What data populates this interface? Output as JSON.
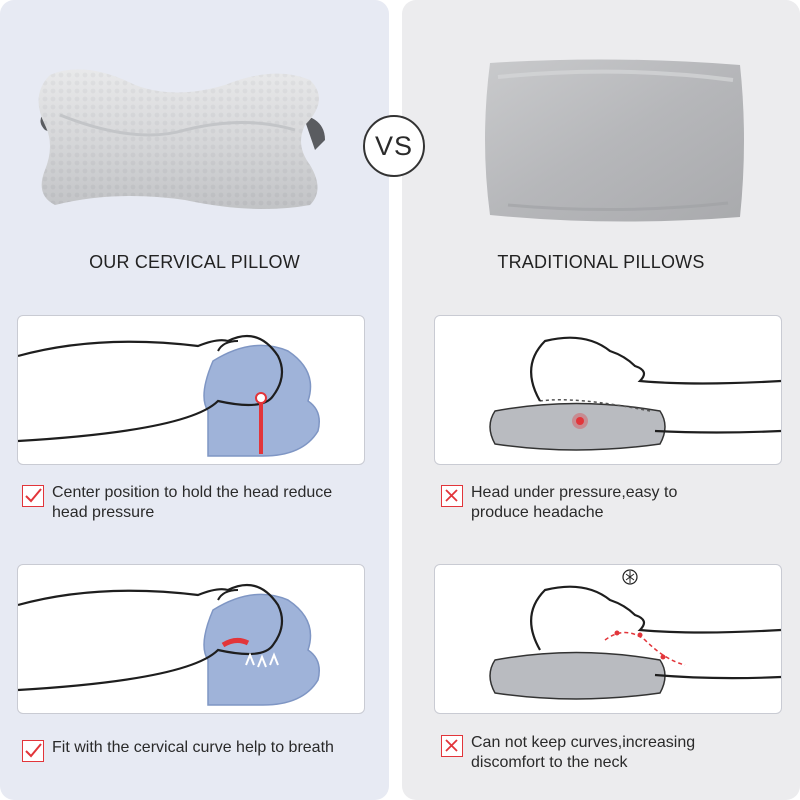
{
  "vs_label": "VS",
  "left": {
    "heading": "OUR CERVICAL PILLOW",
    "notes": [
      {
        "text": "Center position to hold the head reduce\nhead pressure",
        "icon": "check-icon"
      },
      {
        "text": "Fit with the cervical curve help to breath",
        "icon": "check-icon"
      }
    ]
  },
  "right": {
    "heading": "TRADITIONAL PILLOWS",
    "notes": [
      {
        "text": "Head under pressure,easy to\nproduce headache",
        "icon": "x-icon"
      },
      {
        "text": "Can not keep curves,increasing\ndiscomfort to the neck",
        "icon": "x-icon"
      }
    ]
  },
  "colors": {
    "left_panel": "#e7eaf3",
    "right_panel": "#ececee",
    "mark_red": "#e2353a",
    "pillow_blue": "#9fb3d9",
    "pillow_gray": "#b9bbc0"
  }
}
